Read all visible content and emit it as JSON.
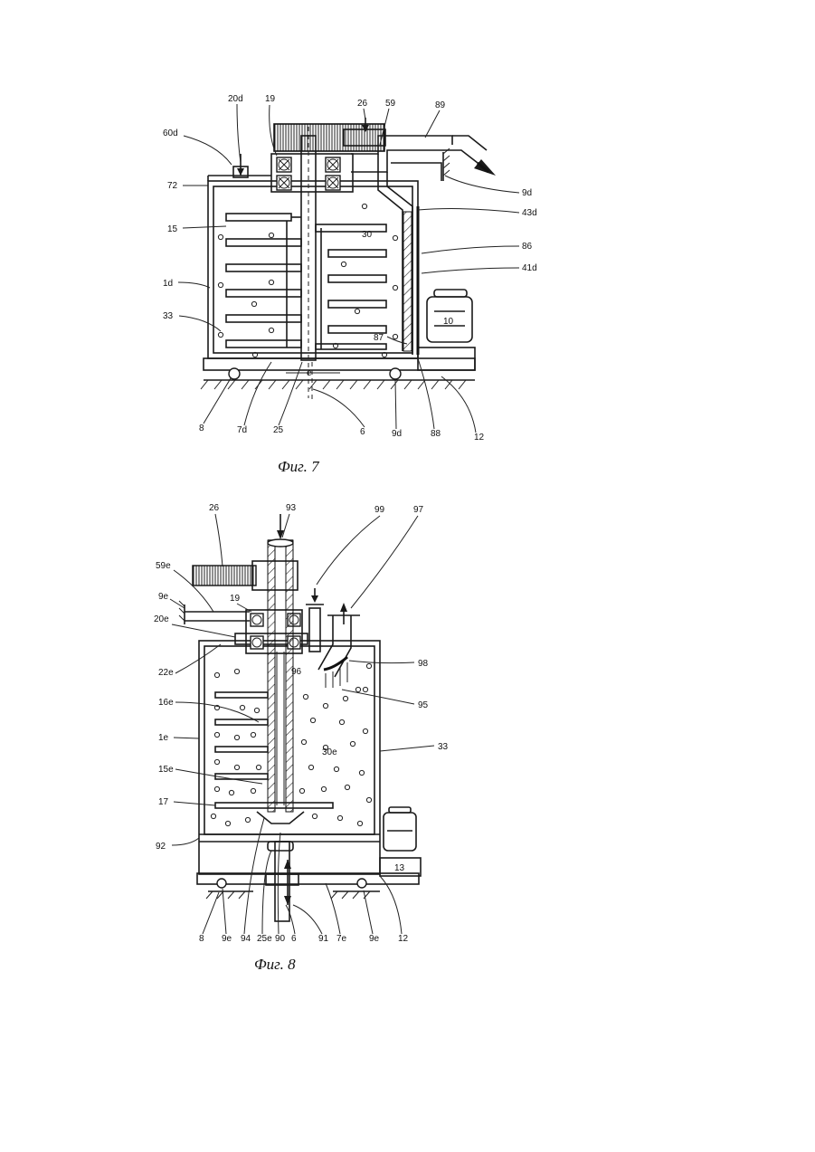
{
  "figure7": {
    "caption": "Фиг. 7",
    "labels": {
      "l20d": "20d",
      "l19": "19",
      "l26": "26",
      "l59": "59",
      "l89": "89",
      "l60d": "60d",
      "l72": "72",
      "l15": "15",
      "l1d": "1d",
      "l33": "33",
      "l30": "30",
      "l9d_a": "9d",
      "l43d": "43d",
      "l86": "86",
      "l41d": "41d",
      "l10": "10",
      "l87": "87",
      "l8": "8",
      "l7d": "7d",
      "l25": "25",
      "l6": "6",
      "l9d_b": "9d",
      "l88": "88",
      "l12": "12",
      "le": "e"
    }
  },
  "figure8": {
    "caption": "Фиг. 8",
    "labels": {
      "l26": "26",
      "l93": "93",
      "l99": "99",
      "l97": "97",
      "l59e": "59e",
      "l9e_a": "9e",
      "l19": "19",
      "l20e": "20e",
      "l22e": "22e",
      "l96": "96",
      "l98": "98",
      "l95": "95",
      "l16e": "16e",
      "l1e": "1e",
      "l30e": "30e",
      "l33": "33",
      "l15e": "15e",
      "l17": "17",
      "l13": "13",
      "l92": "92",
      "l8": "8",
      "l9e_b": "9e",
      "l94": "94",
      "l25e": "25e",
      "l90": "90",
      "l6": "6",
      "l91": "91",
      "l7e": "7e",
      "l9e_c": "9e",
      "l12": "12"
    }
  }
}
